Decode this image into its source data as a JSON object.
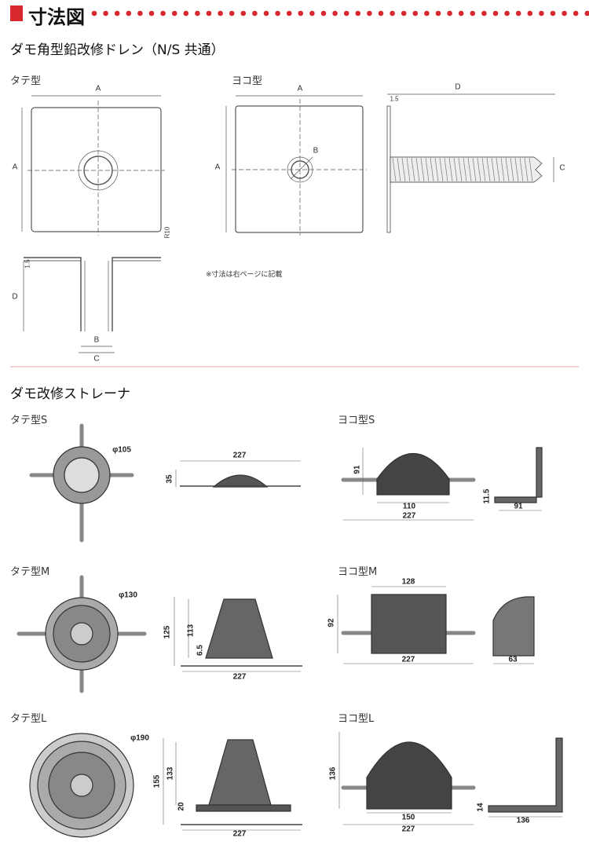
{
  "header": {
    "title": "寸法図",
    "accent": "#d7282f"
  },
  "drain": {
    "title": "ダモ角型鉛改修ドレン（N/S 共通）",
    "tate": {
      "label": "タテ型",
      "dim_a_top": "A",
      "dim_a_left": "A",
      "radius": "R10"
    },
    "yoko": {
      "label": "ヨコ型",
      "dim_a_top": "A",
      "dim_a_left": "A",
      "dim_b": "B",
      "dim_d": "D",
      "dim_15": "1.5",
      "dim_c": "C"
    },
    "section": {
      "dim_15": "1.5",
      "dim_d": "D",
      "dim_b": "B",
      "dim_c": "C"
    },
    "note": "※寸法は右ページに記載"
  },
  "strainer": {
    "title": "ダモ改修ストレーナ",
    "tate_s": {
      "label": "タテ型S",
      "phi": "φ105",
      "width": "227",
      "height": "35"
    },
    "yoko_s": {
      "label": "ヨコ型S",
      "height": "91",
      "inner": "110",
      "width": "227",
      "side_h": "11.5",
      "side_w": "91"
    },
    "tate_m": {
      "label": "タテ型M",
      "phi": "φ130",
      "height": "125",
      "inner_h": "113",
      "base": "6.5",
      "width": "227"
    },
    "yoko_m": {
      "label": "ヨコ型M",
      "top": "128",
      "height": "92",
      "width": "227",
      "side_w": "63"
    },
    "tate_l": {
      "label": "タテ型L",
      "phi": "φ190",
      "height": "155",
      "inner_h": "133",
      "base": "20",
      "width": "227"
    },
    "yoko_l": {
      "label": "ヨコ型L",
      "height": "136",
      "inner": "150",
      "width": "227",
      "side_h": "14",
      "side_w": "136"
    }
  }
}
